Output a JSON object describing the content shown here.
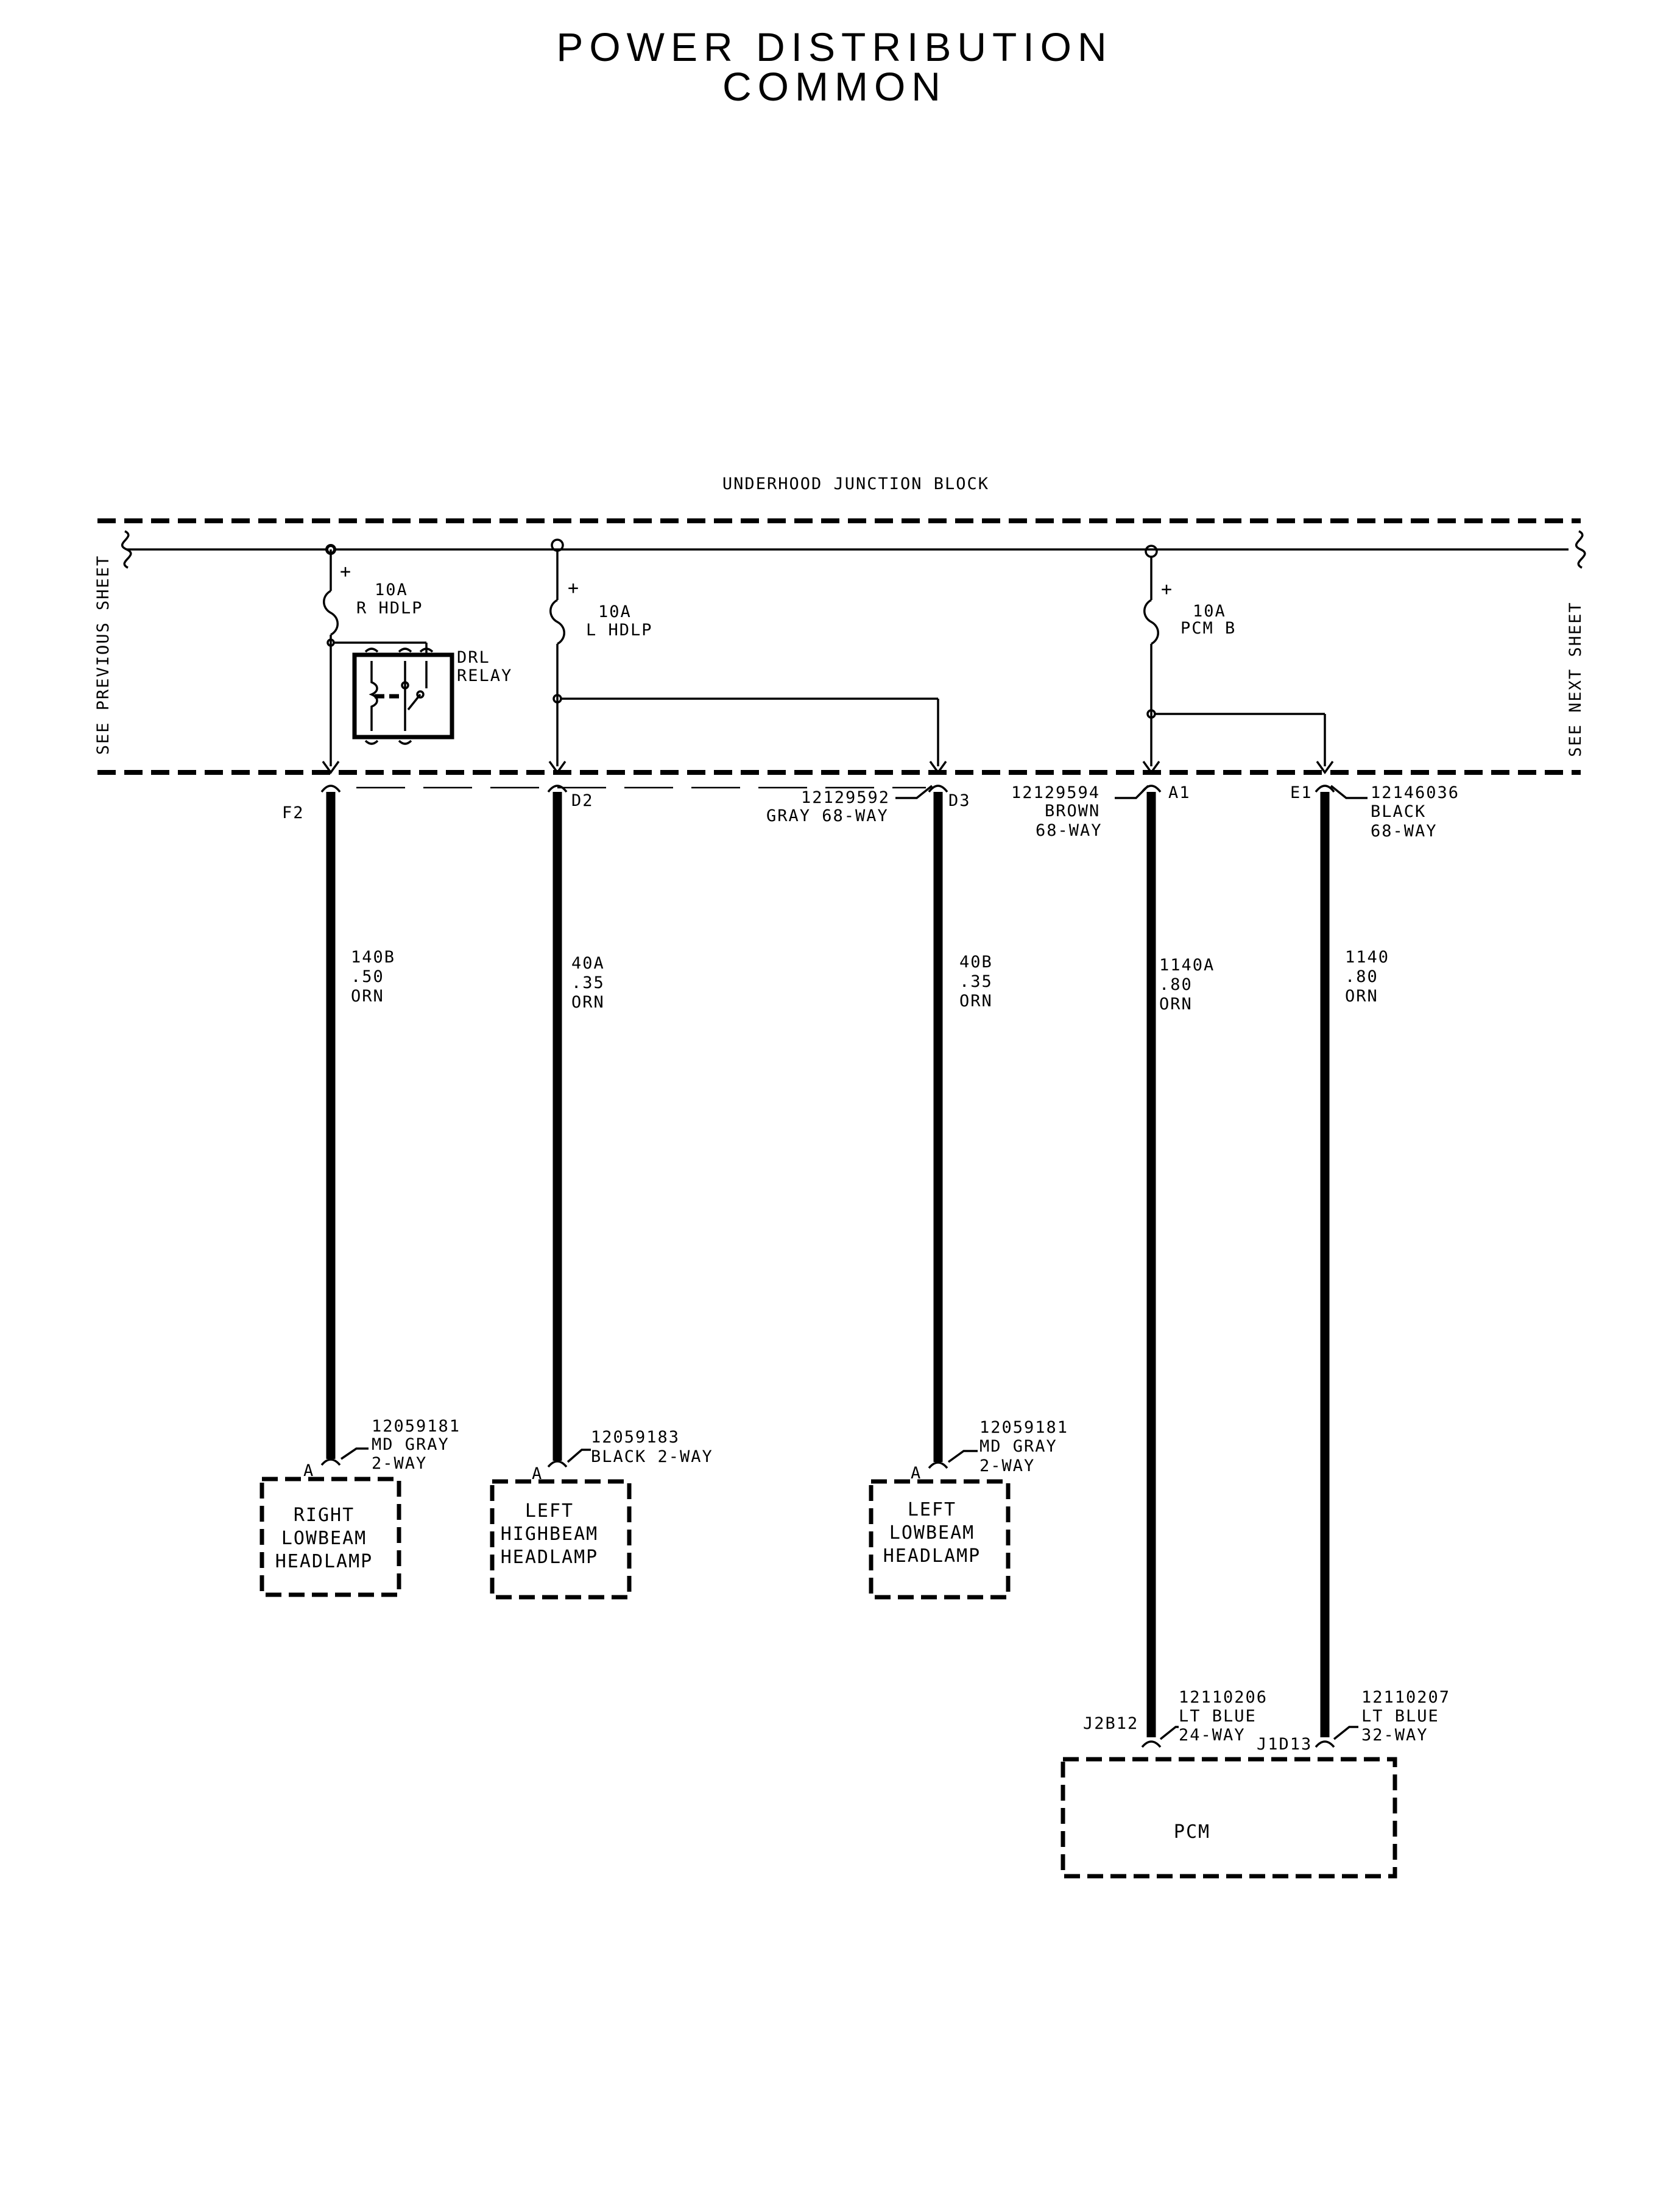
{
  "title": {
    "line1": "POWER DISTRIBUTION",
    "line2": "COMMON"
  },
  "junction_block": {
    "label": "UNDERHOOD JUNCTION BLOCK",
    "see_previous": "SEE PREVIOUS SHEET",
    "see_next": "SEE NEXT SHEET"
  },
  "fuses": [
    {
      "id": "r-hdlp",
      "rating": "10A",
      "name": "R HDLP",
      "polarity": "+"
    },
    {
      "id": "l-hdlp",
      "rating": "10A",
      "name": "L HDLP",
      "polarity": "+"
    },
    {
      "id": "pcm-b",
      "rating": "10A",
      "name": "PCM B",
      "polarity": "+"
    }
  ],
  "relay": {
    "line1": "DRL",
    "line2": "RELAY"
  },
  "jb_connectors": {
    "gray": {
      "part": "12129592",
      "desc": "GRAY 68-WAY"
    },
    "brown": {
      "part": "12129594",
      "line2": "BROWN",
      "line3": "68-WAY"
    },
    "black": {
      "part": "12146036",
      "line2": "BLACK",
      "line3": "68-WAY"
    }
  },
  "pins": {
    "f2": "F2",
    "d2": "D2",
    "d3": "D3",
    "a1": "A1",
    "e1": "E1",
    "j2b12": "J2B12",
    "j1d13": "J1D13"
  },
  "wires": [
    {
      "circuit": "140B",
      "size": ".50",
      "color": "ORN"
    },
    {
      "circuit": "40A",
      "size": ".35",
      "color": "ORN"
    },
    {
      "circuit": "40B",
      "size": ".35",
      "color": "ORN"
    },
    {
      "circuit": "1140A",
      "size": ".80",
      "color": "ORN"
    },
    {
      "circuit": "1140",
      "size": ".80",
      "color": "ORN"
    }
  ],
  "lamp_connectors": [
    {
      "part": "12059181",
      "line2": "MD GRAY",
      "line3": "2-WAY",
      "pin": "A"
    },
    {
      "part": "12059183",
      "line2": "BLACK 2-WAY",
      "pin": "A"
    },
    {
      "part": "12059181",
      "line2": "MD GRAY",
      "line3": "2-WAY",
      "pin": "A"
    }
  ],
  "components": {
    "right_lowbeam": [
      "RIGHT",
      "LOWBEAM",
      "HEADLAMP"
    ],
    "left_highbeam": [
      "LEFT",
      "HIGHBEAM",
      "HEADLAMP"
    ],
    "left_lowbeam": [
      "LEFT",
      "LOWBEAM",
      "HEADLAMP"
    ],
    "pcm": "PCM"
  },
  "pcm_connectors": [
    {
      "part": "12110206",
      "line2": "LT BLUE",
      "line3": "24-WAY"
    },
    {
      "part": "12110207",
      "line2": "LT BLUE",
      "line3": "32-WAY"
    }
  ]
}
